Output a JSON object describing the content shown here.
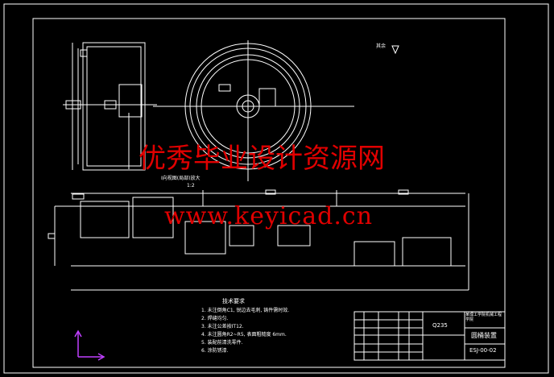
{
  "watermark": {
    "site_name": "优秀毕业设计资源网",
    "url": "www.keyicad.cn"
  },
  "view_label": "I向视图(局部)放大",
  "scale": "1:2",
  "surface_mark": "其余",
  "tech_requirements": {
    "heading": "技术要求",
    "items": [
      "1. 未注倒角C1, 锐边去毛刺, 铸件需时效.",
      "2. 焊缝均匀.",
      "3. 未注公差按IT12.",
      "4. 未注圆角R2~R5, 表面粗糙度 6mm.",
      "5. 装配前清洗零件.",
      "6. 涂防锈漆."
    ]
  },
  "title_block": {
    "material": "Q235",
    "school": "某理工学院机械工程学院",
    "drawing_name": "圆桶装置",
    "drawing_number": "ESJ-00-02"
  },
  "colors": {
    "line": "#ffffff",
    "watermark": "#e00000",
    "ucs": "#c040ff"
  }
}
